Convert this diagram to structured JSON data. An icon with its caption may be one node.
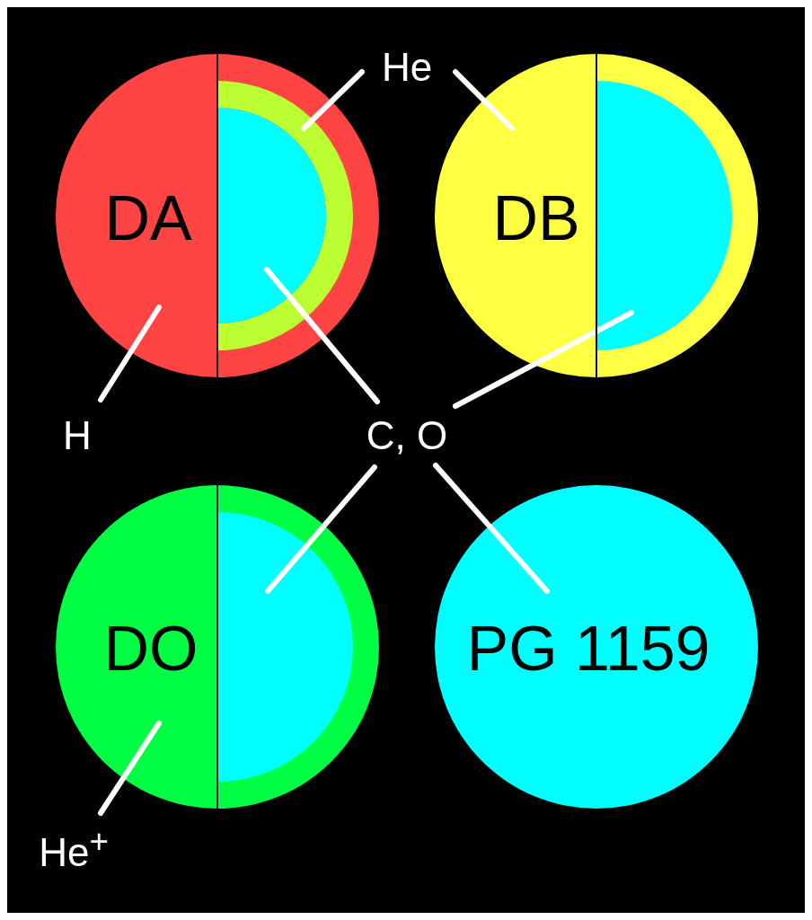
{
  "diagram": {
    "nodes": [
      {
        "text": [
          "DA"
        ]
      },
      {
        "text": [
          "DB"
        ]
      },
      {
        "text": [
          "DO"
        ]
      },
      {
        "text": [
          "PG 1159"
        ]
      },
      {
        "text": [
          "He"
        ]
      },
      {
        "text": [
          "H"
        ]
      },
      {
        "text": [
          "C, O"
        ]
      },
      {
        "text": [
          "He$^{+}$"
        ]
      },
      {
        "text": [],
        "shape": "arc",
        "in": 0
      },
      {
        "text": [],
        "shape": "semicircle",
        "in": 8
      },
      {
        "text": [],
        "shape": "semicircle",
        "in": 1
      },
      {
        "text": [],
        "shape": "semicircle",
        "in": 2
      }
    ],
    "edges": [
      {
        "from": 4,
        "to": 8,
        "arrow": "none"
      },
      {
        "from": 4,
        "to": 1,
        "arrow": "none"
      },
      {
        "from": 5,
        "to": 0,
        "arrow": "none"
      },
      {
        "from": 6,
        "to": 9,
        "arrow": "none"
      },
      {
        "from": 6,
        "to": 10,
        "arrow": "none"
      },
      {
        "from": 6,
        "to": 11,
        "arrow": "none"
      },
      {
        "from": 6,
        "to": 3,
        "arrow": "none"
      },
      {
        "from": 7,
        "to": 2,
        "arrow": "none"
      }
    ]
  }
}
